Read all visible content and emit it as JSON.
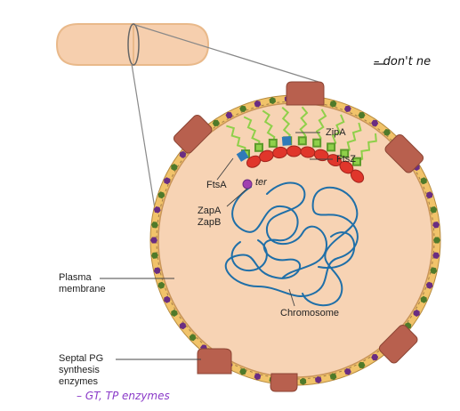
{
  "labels": {
    "zipa": "ZipA",
    "ftsz": "FtsZ",
    "ftsa": "FtsA",
    "ter": "ter",
    "zapa": "ZapA",
    "zapb": "ZapB",
    "chromosome": "Chromosome",
    "plasma_membrane_1": "Plasma",
    "plasma_membrane_2": "membrane",
    "septal_1": "Septal PG",
    "septal_2": "synthesis",
    "septal_3": "enzymes"
  },
  "annotations": {
    "handwritten_top": "– don't ne",
    "handwritten_bottom": "– GT, TP enzymes"
  },
  "colors": {
    "cytoplasm": "#f6cfae",
    "cell_wall": "#f0c46a",
    "septal_enzyme": "#b8604e",
    "ftsz": "#e0362b",
    "zipa": "#8fd04a",
    "ftsa": "#2f7ab8",
    "chromosome": "#1f6fa8",
    "ter": "#a040b0",
    "pg_green": "#4f7a2a",
    "pg_purple": "#6a2d82",
    "handwriting": "#8a3ac8"
  }
}
